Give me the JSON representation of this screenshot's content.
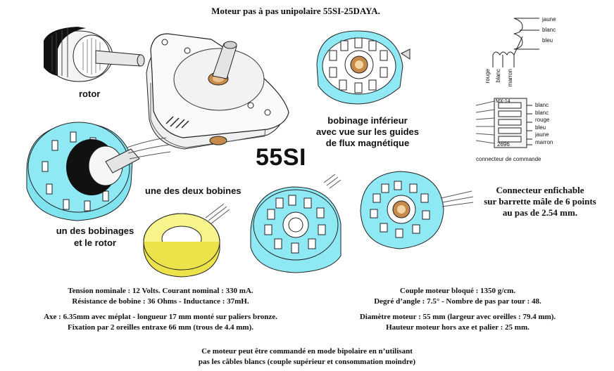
{
  "title": "Moteur pas à pas unipolaire 55SI-25DAYA.",
  "model_label": "55SI",
  "labels": {
    "rotor": "rotor",
    "bobinage_inferieur": [
      "bobinage inférieur",
      "avec vue sur les guides",
      "de flux magnétique"
    ],
    "bobinages_rotor": [
      "un des bobinages",
      "et le rotor"
    ],
    "une_bobine": "une des deux bobines",
    "connecteur_commande": "connecteur de commande",
    "connecteur_enfichable": [
      "Connecteur enfichable",
      "sur barrette mâle  de 6 points",
      "au pas de 2.54 mm."
    ]
  },
  "schematic": {
    "top_coil": [
      "jaune",
      "blanc",
      "bleu"
    ],
    "bottom_coil": [
      "rouge",
      "blanc",
      "marron"
    ]
  },
  "connector": {
    "part_marking": "MX-14",
    "bottom_marking": "2696",
    "wires": [
      "blanc",
      "blanc",
      "rouge",
      "bleu",
      "jaune",
      "marron"
    ]
  },
  "specs_left": [
    "Tension nominale : 12 Volts. Courant nominal : 330 mA.",
    "Résistance de bobine : 36 Ohms - Inductance : 37mH.",
    "Axe : 6.35mm avec méplat - longueur 17 mm monté sur paliers bronze.",
    "Fixation par 2 oreilles entraxe 66 mm (trous de 4.4 mm)."
  ],
  "specs_right": [
    "Couple moteur bloqué : 1350 g/cm.",
    "Degré d’angle : 7.5° - Nombre de pas par tour : 48.",
    "Diamètre moteur : 55 mm (largeur avec oreilles : 79.4 mm).",
    "Hauteur moteur hors axe et palier : 25 mm."
  ],
  "footer": [
    "Ce moteur peut être commandé en mode bipolaire en n’utilisant",
    "pas les câbles blancs (couple supérieur et consommation moindre)"
  ],
  "colors": {
    "cyan": "#7fe3f0",
    "yellow": "#f6f48a",
    "copper": "#c88a4a",
    "outline": "#222222"
  }
}
